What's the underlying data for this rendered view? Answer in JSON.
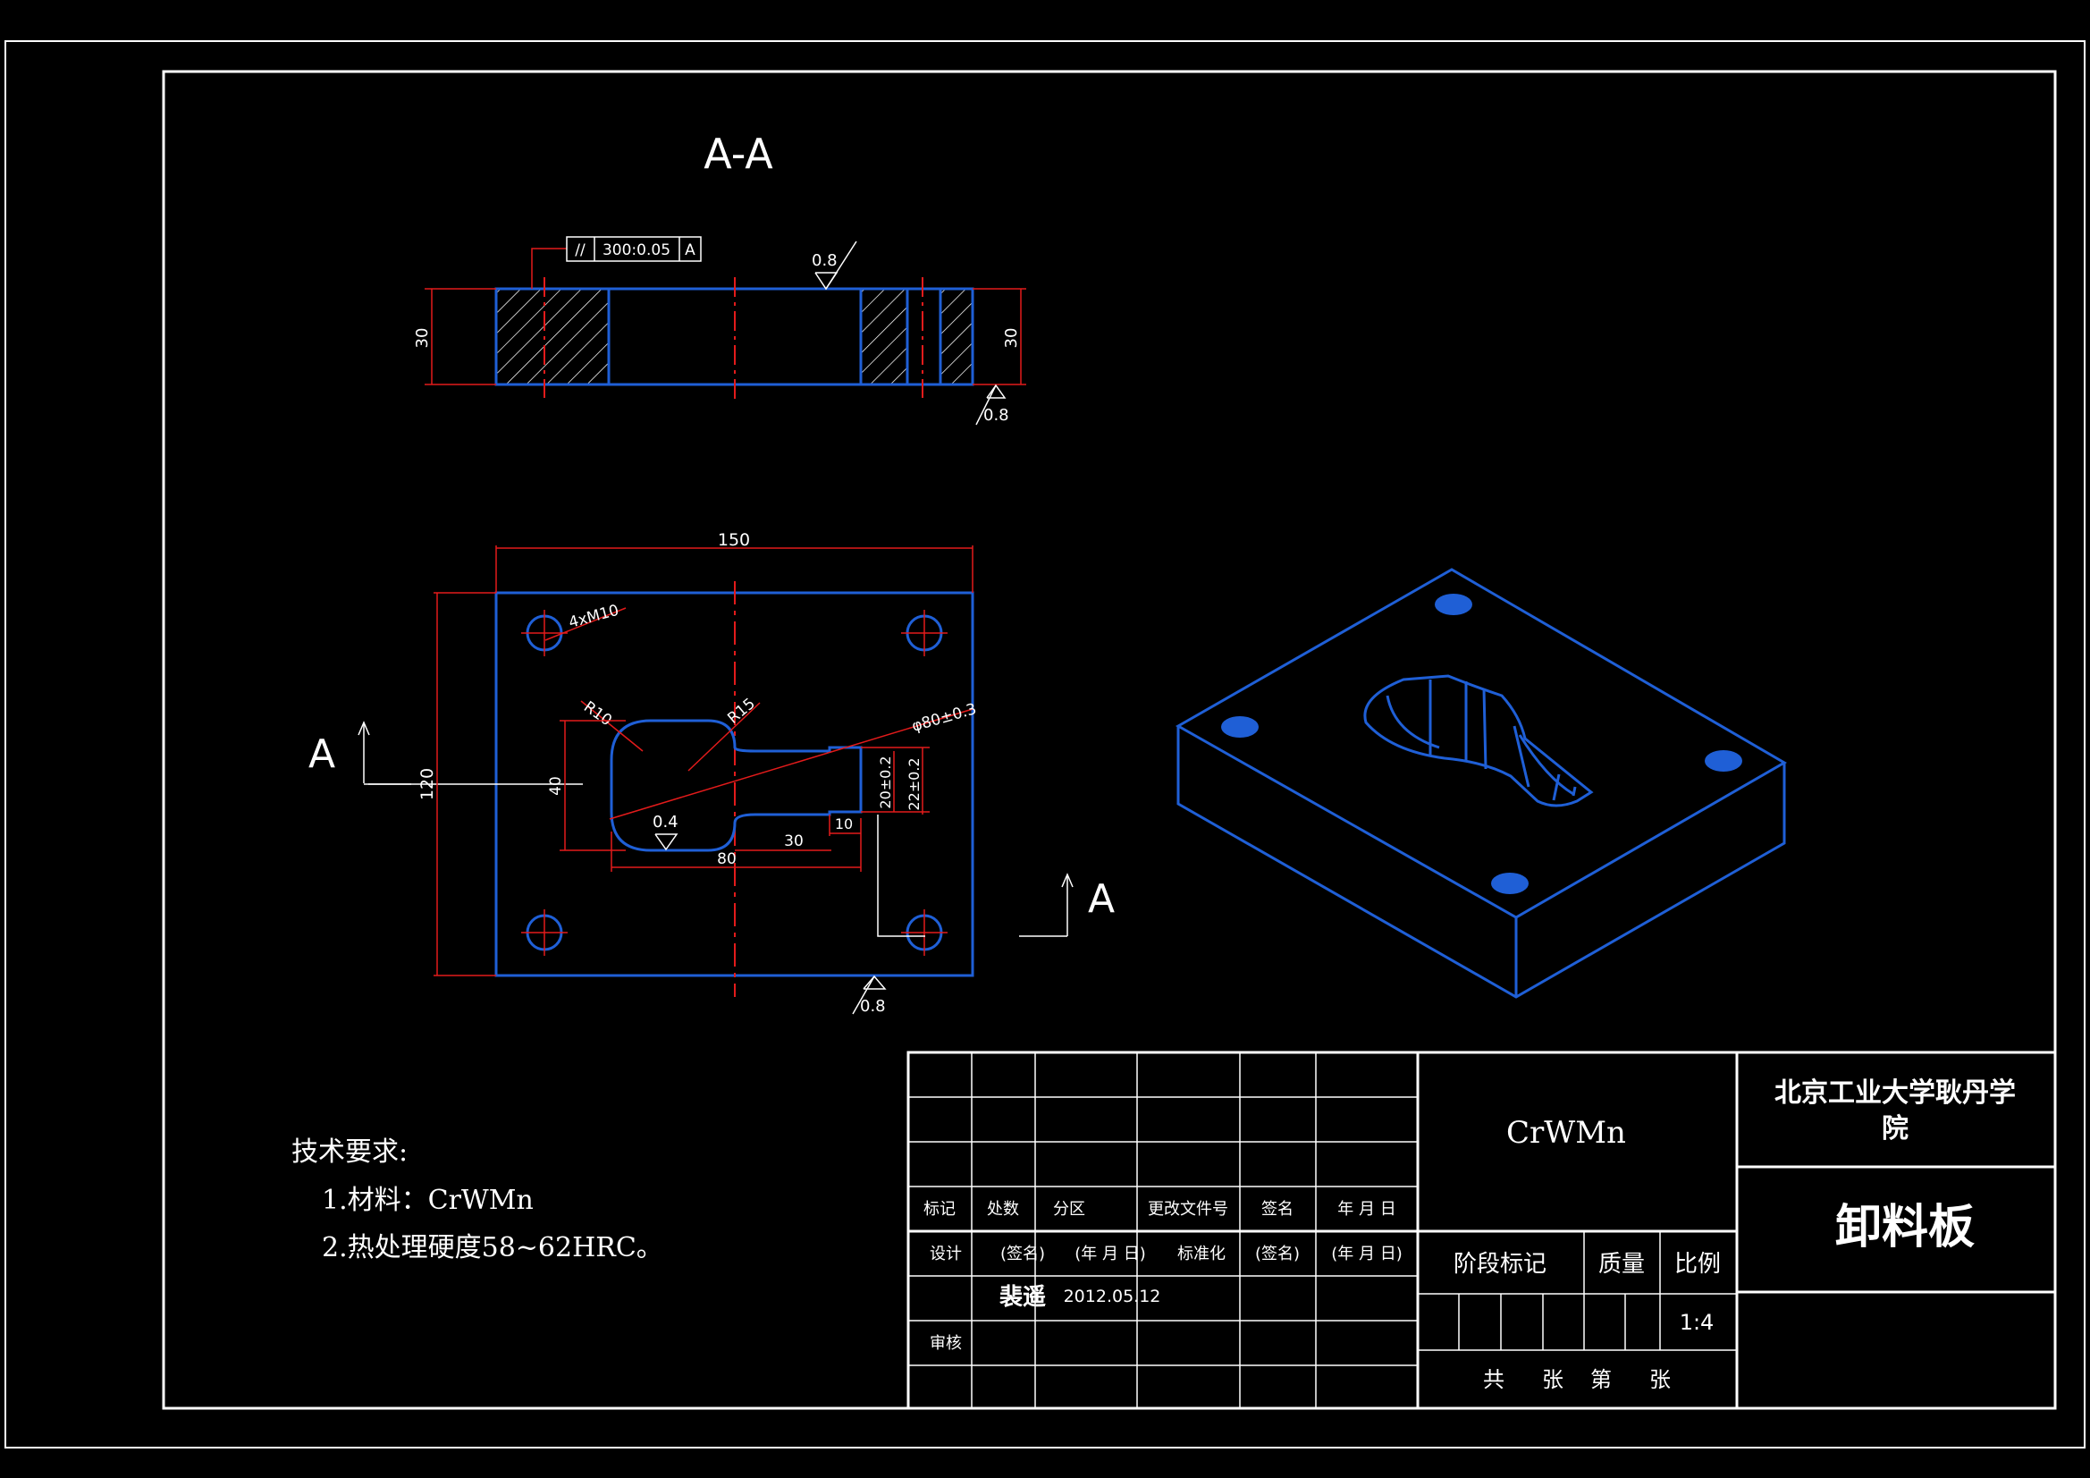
{
  "drawing": {
    "section_title": "A-A",
    "section_mark": "A",
    "flatness_symbol": "//",
    "flatness_value": "300:0.05",
    "flatness_datum": "A",
    "roughness": "0.8",
    "dims": {
      "thickness": "30",
      "width": "150",
      "height": "120",
      "holes": "4xM10",
      "r10": "R10",
      "r15": "R15",
      "dia": "φ80±0.3",
      "slot_h": "40",
      "tol_20": "20±0.2",
      "tol_22": "22±0.2",
      "len_80": "80",
      "len_30": "30",
      "len_10": "10",
      "rough_04": "0.4"
    },
    "colors": {
      "outline": "#1f5fd6",
      "dimension": "#e31b1b",
      "text": "#ffffff",
      "background": "#000000"
    }
  },
  "notes": {
    "title": "技术要求:",
    "lines": [
      "1.材料：CrWMn",
      "2.热处理硬度58~62HRC。"
    ]
  },
  "title_block": {
    "headers": [
      "标记",
      "处数",
      "分区",
      "更改文件号",
      "签名",
      "年 月 日"
    ],
    "row2": [
      "设计",
      "(签名)",
      "(年 月 日)",
      "标准化",
      "(签名)",
      "(年 月 日)"
    ],
    "designer": "裴遥",
    "date": "2012.05.12",
    "review": "审核",
    "material": "CrWMn",
    "stage": "阶段标记",
    "mass": "质量",
    "scale_label": "比例",
    "scale": "1:4",
    "sheets": [
      "共",
      "张",
      "第",
      "张"
    ],
    "school": "北京工业大学耿丹学",
    "school_line2": "院",
    "part_name": "卸料板"
  }
}
